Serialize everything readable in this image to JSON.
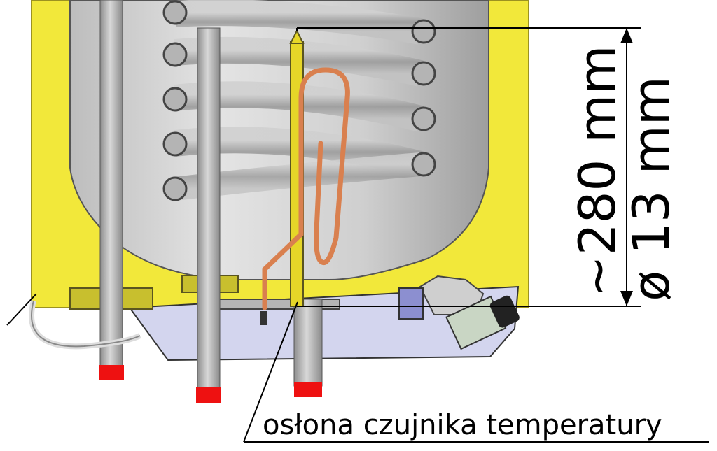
{
  "labels": {
    "length": "~280 mm",
    "diameter": "ø 13 mm",
    "caption": "osłona czujnika temperatury"
  },
  "colors": {
    "insulation": "#f2e83a",
    "tank_steel": "#c9c9c9",
    "coil": "#a9a9a9",
    "sensor_sheath": "#e6d628",
    "capillary": "#d9804f",
    "pipe_caps": "#ee1111",
    "base_cover": "#d3d5ee"
  }
}
